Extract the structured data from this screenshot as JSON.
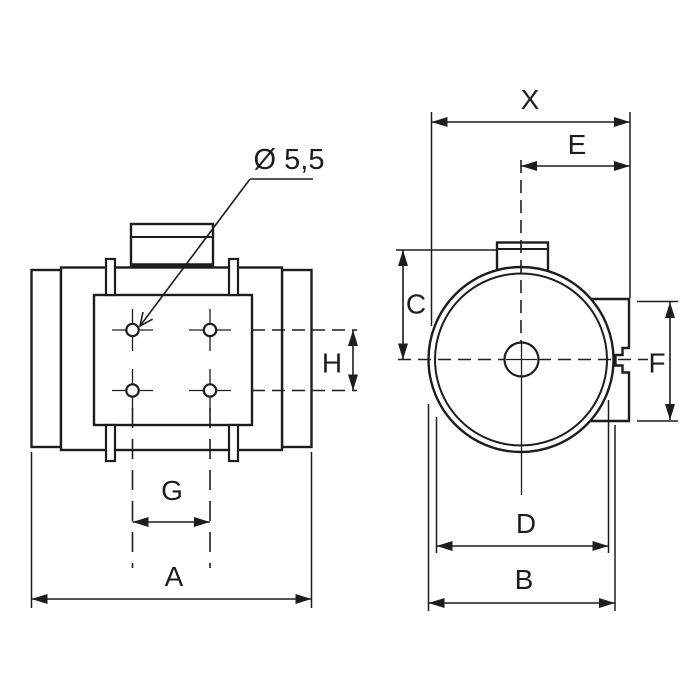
{
  "drawing": {
    "background": "#ffffff",
    "line_color": "#1d1d1b",
    "hole_callout": "Ø 5,5",
    "labels": {
      "a": "A",
      "b": "B",
      "c": "C",
      "d": "D",
      "e": "E",
      "f": "F",
      "g": "G",
      "h": "H",
      "x": "X"
    }
  }
}
